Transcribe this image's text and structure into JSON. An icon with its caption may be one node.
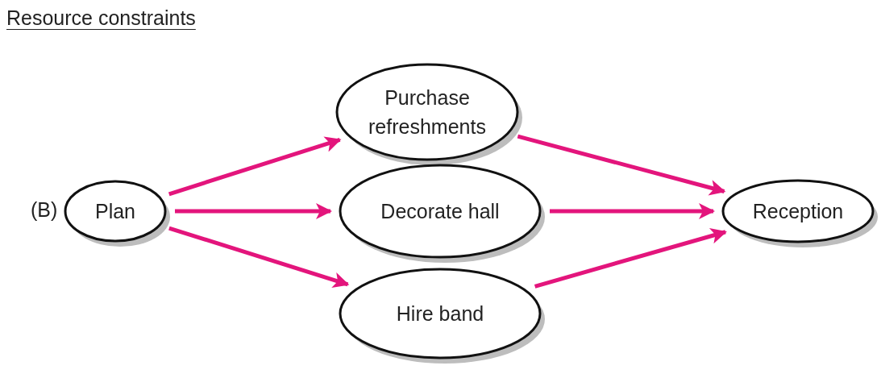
{
  "diagram": {
    "title": "Resource constraints",
    "nodes": [
      {
        "text": [
          "Plan"
        ]
      },
      {
        "text": [
          "Purchase refreshments"
        ]
      },
      {
        "text": [
          "Decorate hall"
        ]
      },
      {
        "text": [
          "Hire band"
        ]
      },
      {
        "text": [
          "Reception"
        ]
      }
    ],
    "edges": [
      {
        "from": 0,
        "to": 1,
        "arrow": "to"
      },
      {
        "from": 0,
        "to": 2,
        "arrow": "to"
      },
      {
        "from": 0,
        "to": 3,
        "arrow": "to"
      },
      {
        "from": 1,
        "to": 4,
        "arrow": "to"
      },
      {
        "from": 2,
        "to": 4,
        "arrow": "to"
      },
      {
        "from": 3,
        "to": 4,
        "arrow": "to"
      }
    ],
    "labels": [
      "(B)"
    ]
  }
}
